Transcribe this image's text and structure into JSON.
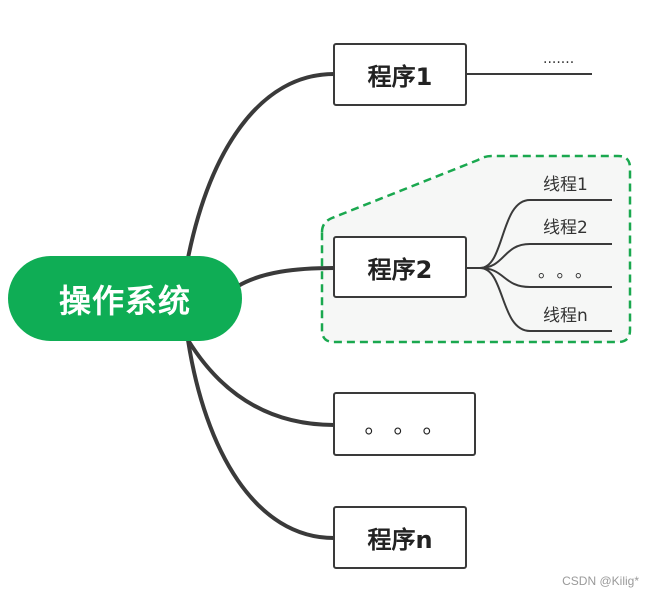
{
  "root": {
    "label": "操作系统"
  },
  "programs": [
    {
      "label": "程序1"
    },
    {
      "label": "程序2"
    },
    {
      "label": "。。。"
    },
    {
      "label": "程序n"
    }
  ],
  "program1_children": {
    "label": "......."
  },
  "threads": [
    {
      "label": "线程1"
    },
    {
      "label": "线程2"
    },
    {
      "label": "。。。"
    },
    {
      "label": "线程n"
    }
  ],
  "watermark": "CSDN @Kilig*",
  "colors": {
    "root_fill": "#0fad55",
    "highlight_border": "#1aa84f",
    "highlight_fill": "#f6f7f6",
    "connector": "#3a3a3a"
  }
}
